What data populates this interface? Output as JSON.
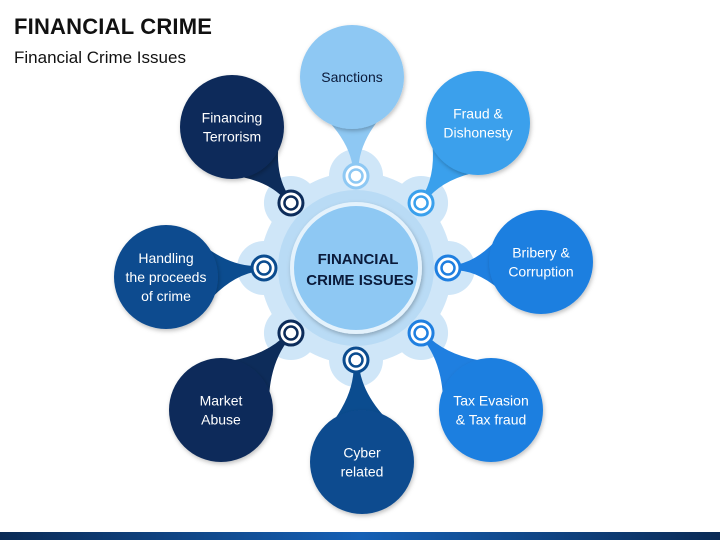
{
  "title": "FINANCIAL CRIME",
  "subtitle": "Financial Crime Issues",
  "center": {
    "lines": [
      "FINANCIAL",
      "CRIME ISSUES"
    ]
  },
  "colors": {
    "gear": "#cfe6f8",
    "gear_ring": "#b9dbf5",
    "center_fill": "#8ec8f3",
    "center_text": "#0a1a3a",
    "light_blue": "#8ec8f3",
    "medium_blue": "#3aa0ec",
    "bright_blue": "#1f7fe0",
    "dark_blue": "#0b4c8f",
    "navy": "#0d2c5a",
    "bottom_bar": "#0d3a7a"
  },
  "nodes": [
    {
      "id": "sanctions",
      "lines": [
        "Sanctions"
      ],
      "tone": "light_blue",
      "text": "#0a1a3a"
    },
    {
      "id": "fraud-dishonesty",
      "lines": [
        "Fraud &",
        "Dishonesty"
      ],
      "tone": "medium_blue",
      "text": "#ffffff"
    },
    {
      "id": "bribery-corruption",
      "lines": [
        "Bribery &",
        "Corruption"
      ],
      "tone": "bright_blue",
      "text": "#ffffff"
    },
    {
      "id": "tax-evasion",
      "lines": [
        "Tax Evasion",
        "& Tax fraud"
      ],
      "tone": "bright_blue",
      "text": "#ffffff"
    },
    {
      "id": "cyber-related",
      "lines": [
        "Cyber",
        "related"
      ],
      "tone": "dark_blue",
      "text": "#ffffff"
    },
    {
      "id": "market-abuse",
      "lines": [
        "Market",
        "Abuse"
      ],
      "tone": "navy",
      "text": "#ffffff"
    },
    {
      "id": "handling-proceeds",
      "lines": [
        "Handling",
        "the proceeds",
        "of crime"
      ],
      "tone": "dark_blue",
      "text": "#ffffff"
    },
    {
      "id": "financing-terrorism",
      "lines": [
        "Financing",
        "Terrorism"
      ],
      "tone": "navy",
      "text": "#ffffff"
    }
  ]
}
